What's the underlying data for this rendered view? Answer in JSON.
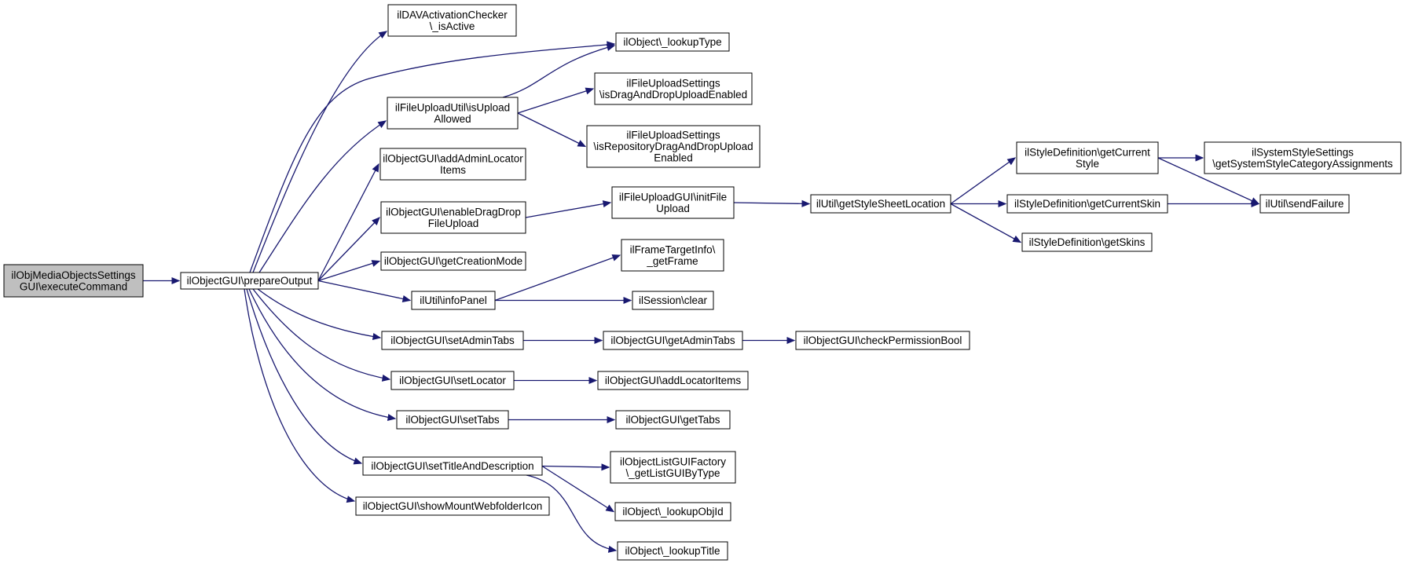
{
  "diagram": {
    "type": "call-graph",
    "colors": {
      "edge": "#191970",
      "node_border": "#000000",
      "root_fill": "#bfbfbf",
      "node_fill": "#ffffff"
    },
    "nodes": [
      {
        "id": "n0",
        "lines": [
          "ilObjMediaObjectsSettings",
          "GUI\\executeCommand"
        ]
      },
      {
        "id": "n1",
        "lines": [
          "ilObjectGUI\\prepareOutput"
        ]
      },
      {
        "id": "n2",
        "lines": [
          "ilDAVActivationChecker",
          "\\_isActive"
        ]
      },
      {
        "id": "n3",
        "lines": [
          "ilObject\\_lookupType"
        ]
      },
      {
        "id": "n4",
        "lines": [
          "ilFileUploadUtil\\isUpload",
          "Allowed"
        ]
      },
      {
        "id": "n5",
        "lines": [
          "ilFileUploadSettings",
          "\\isDragAndDropUploadEnabled"
        ]
      },
      {
        "id": "n6",
        "lines": [
          "ilFileUploadSettings",
          "\\isRepositoryDragAndDropUpload",
          "Enabled"
        ]
      },
      {
        "id": "n7",
        "lines": [
          "ilObjectGUI\\addAdminLocator",
          "Items"
        ]
      },
      {
        "id": "n8",
        "lines": [
          "ilObjectGUI\\enableDragDrop",
          "FileUpload"
        ]
      },
      {
        "id": "n9",
        "lines": [
          "ilFileUploadGUI\\initFile",
          "Upload"
        ]
      },
      {
        "id": "n10",
        "lines": [
          "ilUtil\\getStyleSheetLocation"
        ]
      },
      {
        "id": "n11",
        "lines": [
          "ilStyleDefinition\\getCurrent",
          "Style"
        ]
      },
      {
        "id": "n12",
        "lines": [
          "ilSystemStyleSettings",
          "\\getSystemStyleCategoryAssignments"
        ]
      },
      {
        "id": "n13",
        "lines": [
          "ilUtil\\sendFailure"
        ]
      },
      {
        "id": "n14",
        "lines": [
          "ilStyleDefinition\\getCurrentSkin"
        ]
      },
      {
        "id": "n15",
        "lines": [
          "ilStyleDefinition\\getSkins"
        ]
      },
      {
        "id": "n16",
        "lines": [
          "ilObjectGUI\\getCreationMode"
        ]
      },
      {
        "id": "n17",
        "lines": [
          "ilUtil\\infoPanel"
        ]
      },
      {
        "id": "n18",
        "lines": [
          "ilFrameTargetInfo\\",
          "_getFrame"
        ]
      },
      {
        "id": "n19",
        "lines": [
          "ilSession\\clear"
        ]
      },
      {
        "id": "n20",
        "lines": [
          "ilObjectGUI\\setAdminTabs"
        ]
      },
      {
        "id": "n21",
        "lines": [
          "ilObjectGUI\\getAdminTabs"
        ]
      },
      {
        "id": "n22",
        "lines": [
          "ilObjectGUI\\checkPermissionBool"
        ]
      },
      {
        "id": "n23",
        "lines": [
          "ilObjectGUI\\setLocator"
        ]
      },
      {
        "id": "n24",
        "lines": [
          "ilObjectGUI\\addLocatorItems"
        ]
      },
      {
        "id": "n25",
        "lines": [
          "ilObjectGUI\\setTabs"
        ]
      },
      {
        "id": "n26",
        "lines": [
          "ilObjectGUI\\getTabs"
        ]
      },
      {
        "id": "n27",
        "lines": [
          "ilObjectGUI\\setTitleAndDescription"
        ]
      },
      {
        "id": "n28",
        "lines": [
          "ilObjectListGUIFactory",
          "\\_getListGUIByType"
        ]
      },
      {
        "id": "n29",
        "lines": [
          "ilObject\\_lookupObjId"
        ]
      },
      {
        "id": "n30",
        "lines": [
          "ilObject\\_lookupTitle"
        ]
      },
      {
        "id": "n31",
        "lines": [
          "ilObjectGUI\\showMountWebfolderIcon"
        ]
      }
    ],
    "edges": [
      [
        "n0",
        "n1"
      ],
      [
        "n1",
        "n2"
      ],
      [
        "n1",
        "n3"
      ],
      [
        "n1",
        "n4"
      ],
      [
        "n1",
        "n7"
      ],
      [
        "n1",
        "n8"
      ],
      [
        "n1",
        "n16"
      ],
      [
        "n1",
        "n17"
      ],
      [
        "n1",
        "n20"
      ],
      [
        "n1",
        "n23"
      ],
      [
        "n1",
        "n25"
      ],
      [
        "n1",
        "n27"
      ],
      [
        "n1",
        "n31"
      ],
      [
        "n4",
        "n3"
      ],
      [
        "n4",
        "n5"
      ],
      [
        "n4",
        "n6"
      ],
      [
        "n8",
        "n9"
      ],
      [
        "n9",
        "n10"
      ],
      [
        "n10",
        "n11"
      ],
      [
        "n10",
        "n14"
      ],
      [
        "n10",
        "n15"
      ],
      [
        "n11",
        "n12"
      ],
      [
        "n11",
        "n13"
      ],
      [
        "n14",
        "n13"
      ],
      [
        "n17",
        "n18"
      ],
      [
        "n17",
        "n19"
      ],
      [
        "n20",
        "n21"
      ],
      [
        "n21",
        "n22"
      ],
      [
        "n23",
        "n24"
      ],
      [
        "n25",
        "n26"
      ],
      [
        "n27",
        "n28"
      ],
      [
        "n27",
        "n29"
      ],
      [
        "n27",
        "n30"
      ]
    ]
  }
}
